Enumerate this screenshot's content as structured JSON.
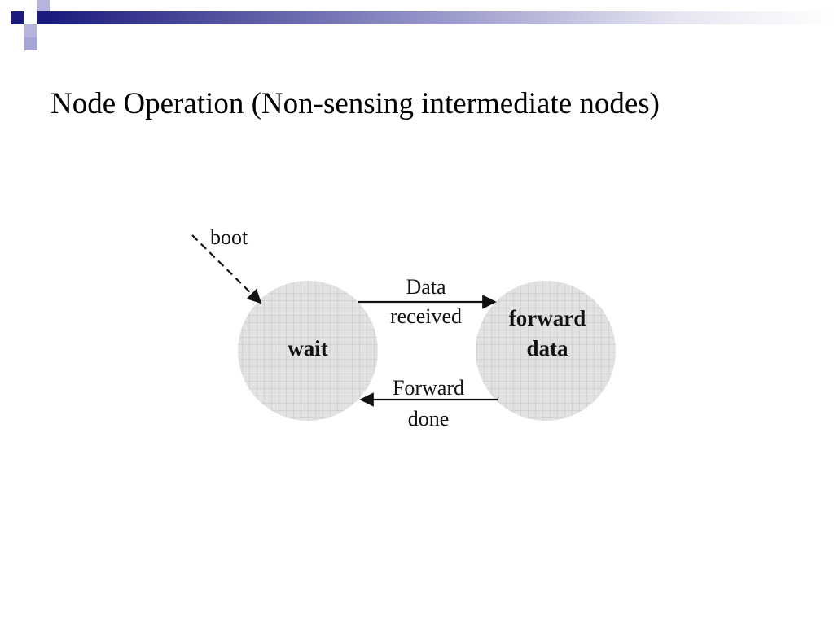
{
  "slide": {
    "title": "Node Operation (Non-sensing intermediate nodes)"
  },
  "theme": {
    "accent_dark": "#1c1c7e",
    "accent_light": "#9a9acc",
    "node_fill": "#e2e2e2",
    "grid_line": "#c4c4c4",
    "line_color": "#111111"
  },
  "diagram": {
    "nodes": {
      "wait": {
        "label": "wait"
      },
      "forward": {
        "label_line1": "forward",
        "label_line2": "data"
      }
    },
    "edges": {
      "boot": {
        "label": "boot",
        "style": "dashed"
      },
      "data_received": {
        "label_line1": "Data",
        "label_line2": "received",
        "from": "wait",
        "to": "forward data"
      },
      "forward_done": {
        "label_line1": "Forward",
        "label_line2": "done",
        "from": "forward data",
        "to": "wait"
      }
    }
  }
}
